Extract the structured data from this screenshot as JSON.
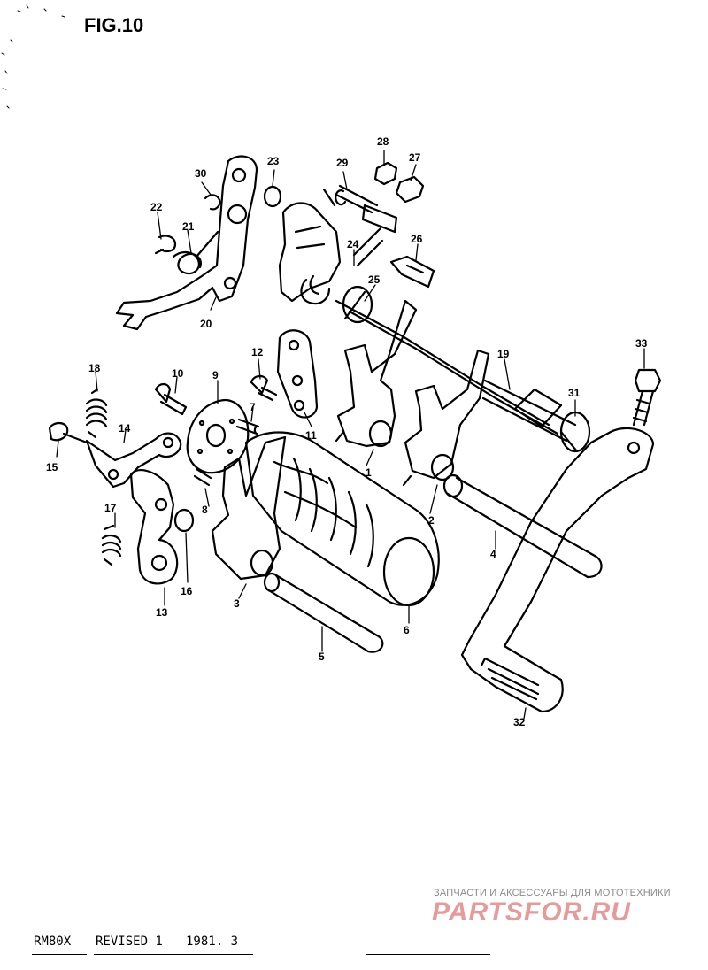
{
  "figure": {
    "title": "FIG.10"
  },
  "callouts": [
    "1",
    "2",
    "3",
    "4",
    "5",
    "6",
    "7",
    "8",
    "9",
    "10",
    "11",
    "12",
    "13",
    "14",
    "15",
    "16",
    "17",
    "18",
    "19",
    "20",
    "21",
    "22",
    "23",
    "24",
    "25",
    "26",
    "27",
    "28",
    "29",
    "30",
    "31",
    "32",
    "33"
  ],
  "footer": {
    "model": "RM80X",
    "revision": "REVISED 1",
    "date": "1981. 3"
  },
  "watermark": {
    "caption": "ЗАПЧАСТИ И АКСЕССУАРЫ ДЛЯ МОТОТЕХНИКИ",
    "logo": "PARTSFOR.RU",
    "logo_color": "#e79a9a"
  }
}
